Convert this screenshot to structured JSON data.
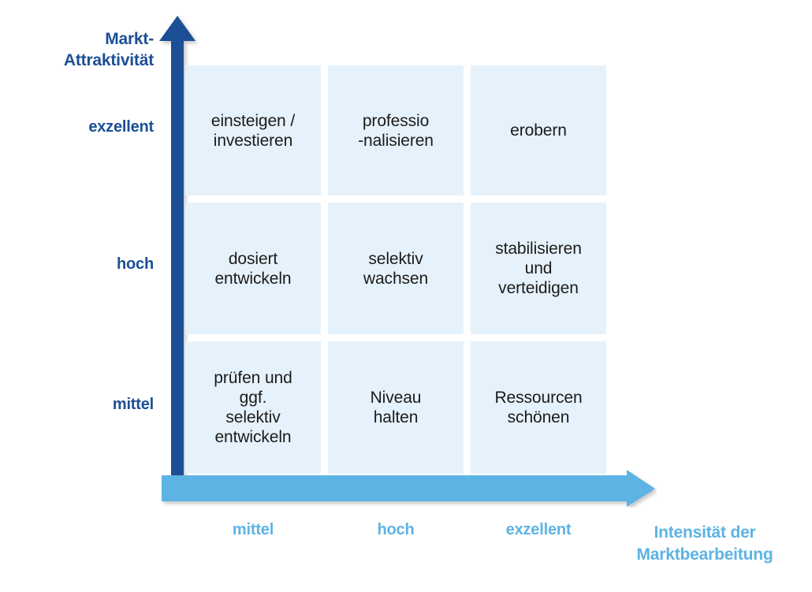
{
  "chart_data": {
    "type": "table",
    "title": "",
    "ylabel": "Markt-\nAttraktivität",
    "xlabel": "Intensität der\nMarktbearbeitung",
    "y_categories": [
      "exzellent",
      "hoch",
      "mittel"
    ],
    "x_categories": [
      "mittel",
      "hoch",
      "exzellent"
    ],
    "cells": [
      [
        "einsteigen /\ninvestieren",
        "professio\n-nalisieren",
        "erobern"
      ],
      [
        "dosiert\nentwickeln",
        "selektiv\nwachsen",
        "stabilisieren\nund\nverteidigen"
      ],
      [
        "prüfen und\nggf.\nselektiv\nentwickeln",
        "Niveau\nhalten",
        "Ressourcen\nschönen"
      ]
    ],
    "grid": false,
    "legend": "none"
  },
  "axes": {
    "y_title": "Markt-\nAttraktivität",
    "y_ticks": [
      "exzellent",
      "hoch",
      "mittel"
    ],
    "x_ticks": [
      "mittel",
      "hoch",
      "exzellent"
    ],
    "x_title": "Intensität der\nMarktbearbeitung"
  },
  "matrix": {
    "rows": [
      {
        "cells": [
          "einsteigen /\ninvestieren",
          "professio\n-nalisieren",
          "erobern"
        ]
      },
      {
        "cells": [
          "dosiert\nentwickeln",
          "selektiv\nwachsen",
          "stabilisieren\nund\nverteidigen"
        ]
      },
      {
        "cells": [
          "prüfen und\nggf.\nselektiv\nentwickeln",
          "Niveau\nhalten",
          "Ressourcen\nschönen"
        ]
      }
    ]
  },
  "colors": {
    "dark_blue": "#1c4f96",
    "light_blue": "#5cb3e4",
    "cell_fill": "#e6f2fb",
    "text": "#1b1b1b",
    "background": "#ffffff"
  }
}
